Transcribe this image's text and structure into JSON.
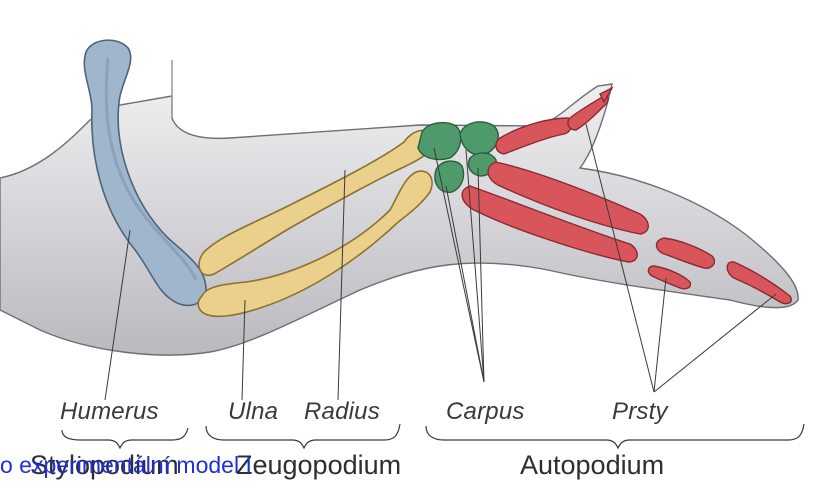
{
  "diagram": {
    "bone_labels": {
      "humerus": "Humerus",
      "ulna": "Ulna",
      "radius": "Radius",
      "carpus": "Carpus",
      "prsty": "Prsty"
    },
    "segment_labels": {
      "stylopodium": "Stylopodium",
      "zeugopodium": "Zeugopodium",
      "autopodium": "Autopodium"
    },
    "overlay_text": "o experimentální model I",
    "colors": {
      "humerus": "#9fb6cc",
      "ulna_radius": "#ead08a",
      "carpus": "#4f9a6a",
      "digits": "#d9555c",
      "limb_body": "#c8c8cc",
      "overlay_text": "#1f2fd6"
    }
  }
}
